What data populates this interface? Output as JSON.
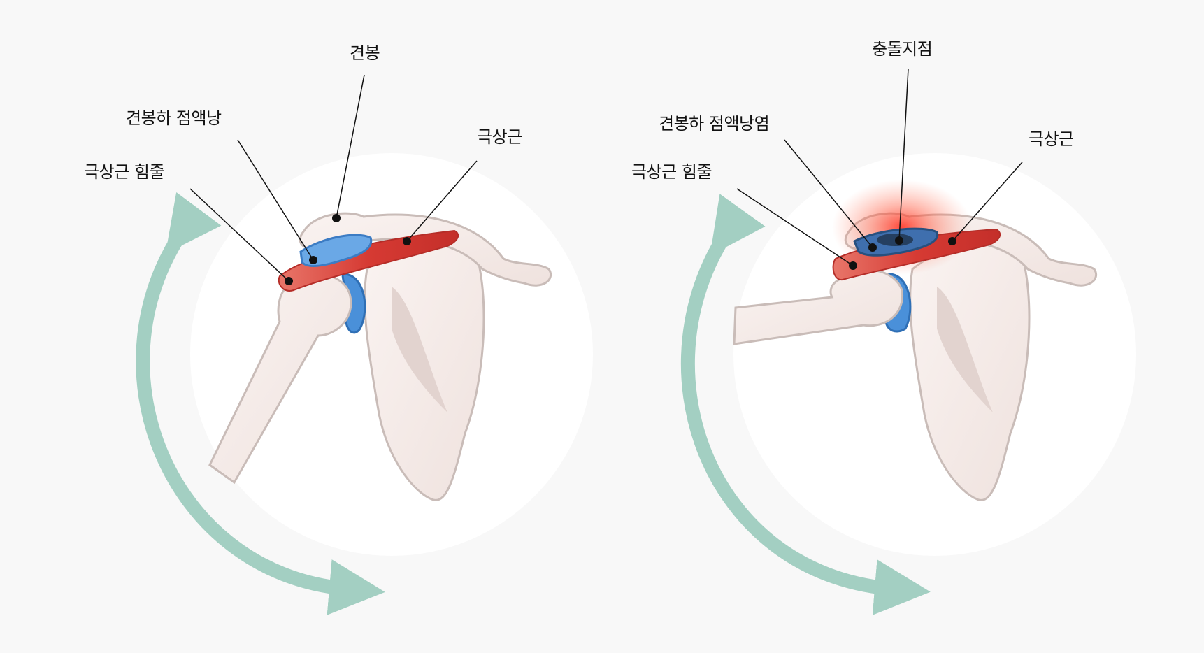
{
  "panels": [
    {
      "id": "normal",
      "labels": {
        "acromion": "견봉",
        "bursa": "견봉하 점액낭",
        "supraspinatus": "극상근",
        "tendon": "극상근 힘줄"
      }
    },
    {
      "id": "impingement",
      "labels": {
        "impact_point": "충돌지점",
        "bursitis": "견봉하 점액낭염",
        "supraspinatus": "극상근",
        "tendon": "극상근 힘줄"
      }
    }
  ],
  "colors": {
    "background": "#f8f8f8",
    "circle": "#ffffff",
    "bone": "#f4e9e6",
    "bone_outline": "#c9bcb8",
    "muscle": "#d9403a",
    "bursa": "#4a90d9",
    "cartilage": "#3d84cf",
    "arrow": "#a3cfc2",
    "inflammation": "#ff3b2f"
  }
}
